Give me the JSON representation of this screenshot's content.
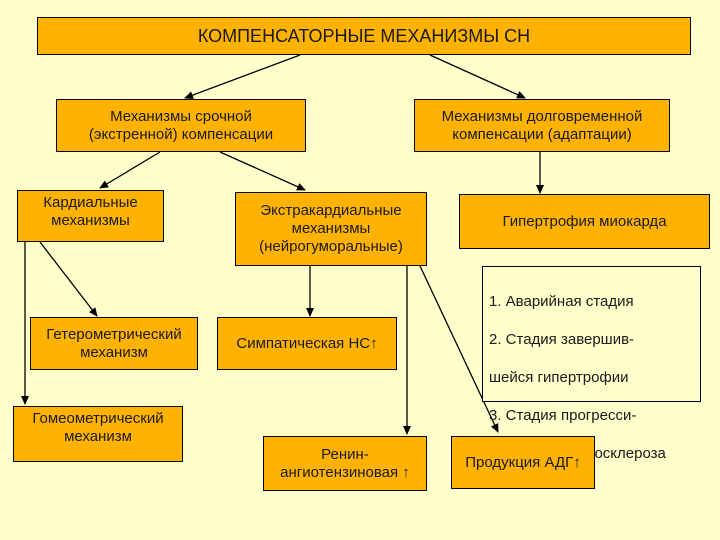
{
  "diagram": {
    "title": "КОМПЕНСАТОРНЫЕ МЕХАНИЗМЫ СН",
    "urgent_compensation": "Механизмы срочной\n(экстренной) компенсации",
    "long_term_compensation": "Механизмы долговременной\nкомпенсации (адаптации)",
    "cardiac_mechanisms": "Кардиальные\nмеханизмы",
    "extracardiac_mechanisms": "Экстракардиальные\nмеханизмы\n(нейрогуморальные)",
    "myocardial_hypertrophy": "Гипертрофия миокарда",
    "hypertrophy_stages": [
      "1.  Аварийная стадия",
      "2.  Стадия завершив-",
      "шейся гипертрофии",
      "3.  Стадия прогресси-",
      "рующего кардиосклероза"
    ],
    "heterometric_mechanism": "Гетерометрический\nмеханизм",
    "sympathetic_ns": "Симпатическая НС↑",
    "homeometric_mechanism": "Гомеометрический\nмеханизм",
    "renin_angiotensin": "Ренин-\nангиотензиновая ↑",
    "adh_production": "Продукция АДГ↑"
  }
}
